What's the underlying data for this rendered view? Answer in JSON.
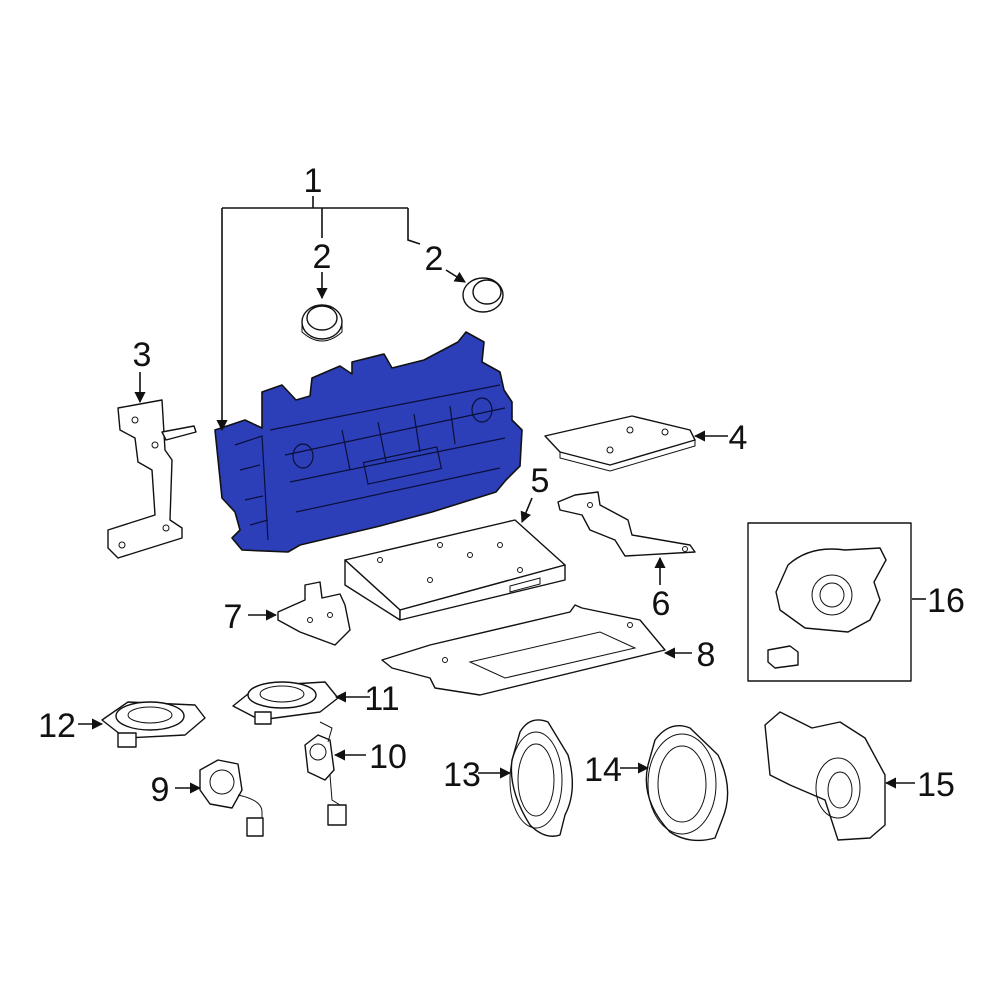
{
  "colors": {
    "highlight": "#2c3fb8",
    "line": "#111111",
    "background": "#ffffff"
  },
  "callouts": {
    "c1": "1",
    "c2a": "2",
    "c2b": "2",
    "c3": "3",
    "c4": "4",
    "c5": "5",
    "c6": "6",
    "c7": "7",
    "c8": "8",
    "c9": "9",
    "c10": "10",
    "c11": "11",
    "c12": "12",
    "c13": "13",
    "c14": "14",
    "c15": "15",
    "c16": "16"
  }
}
